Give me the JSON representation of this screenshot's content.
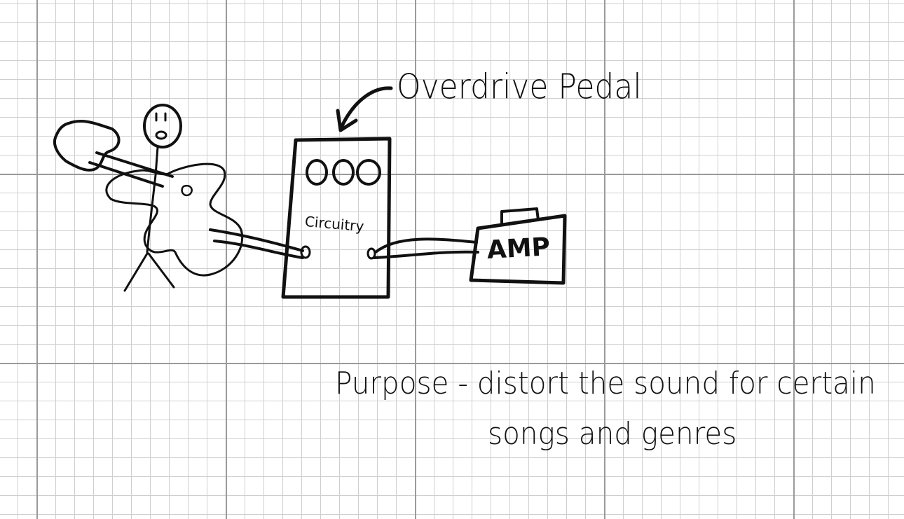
{
  "labels": {
    "pedal_title": "Overdrive Pedal",
    "circuitry": "Circuitry",
    "amp": "AMP",
    "purpose_line1": "Purpose - distort the sound for certain",
    "purpose_line2": "songs and genres"
  },
  "colors": {
    "ink": "#111111",
    "grid_minor": "#cfcfcf",
    "grid_major": "#9a9a9a",
    "paper": "#ffffff"
  },
  "pedal": {
    "knob_count": 3
  }
}
